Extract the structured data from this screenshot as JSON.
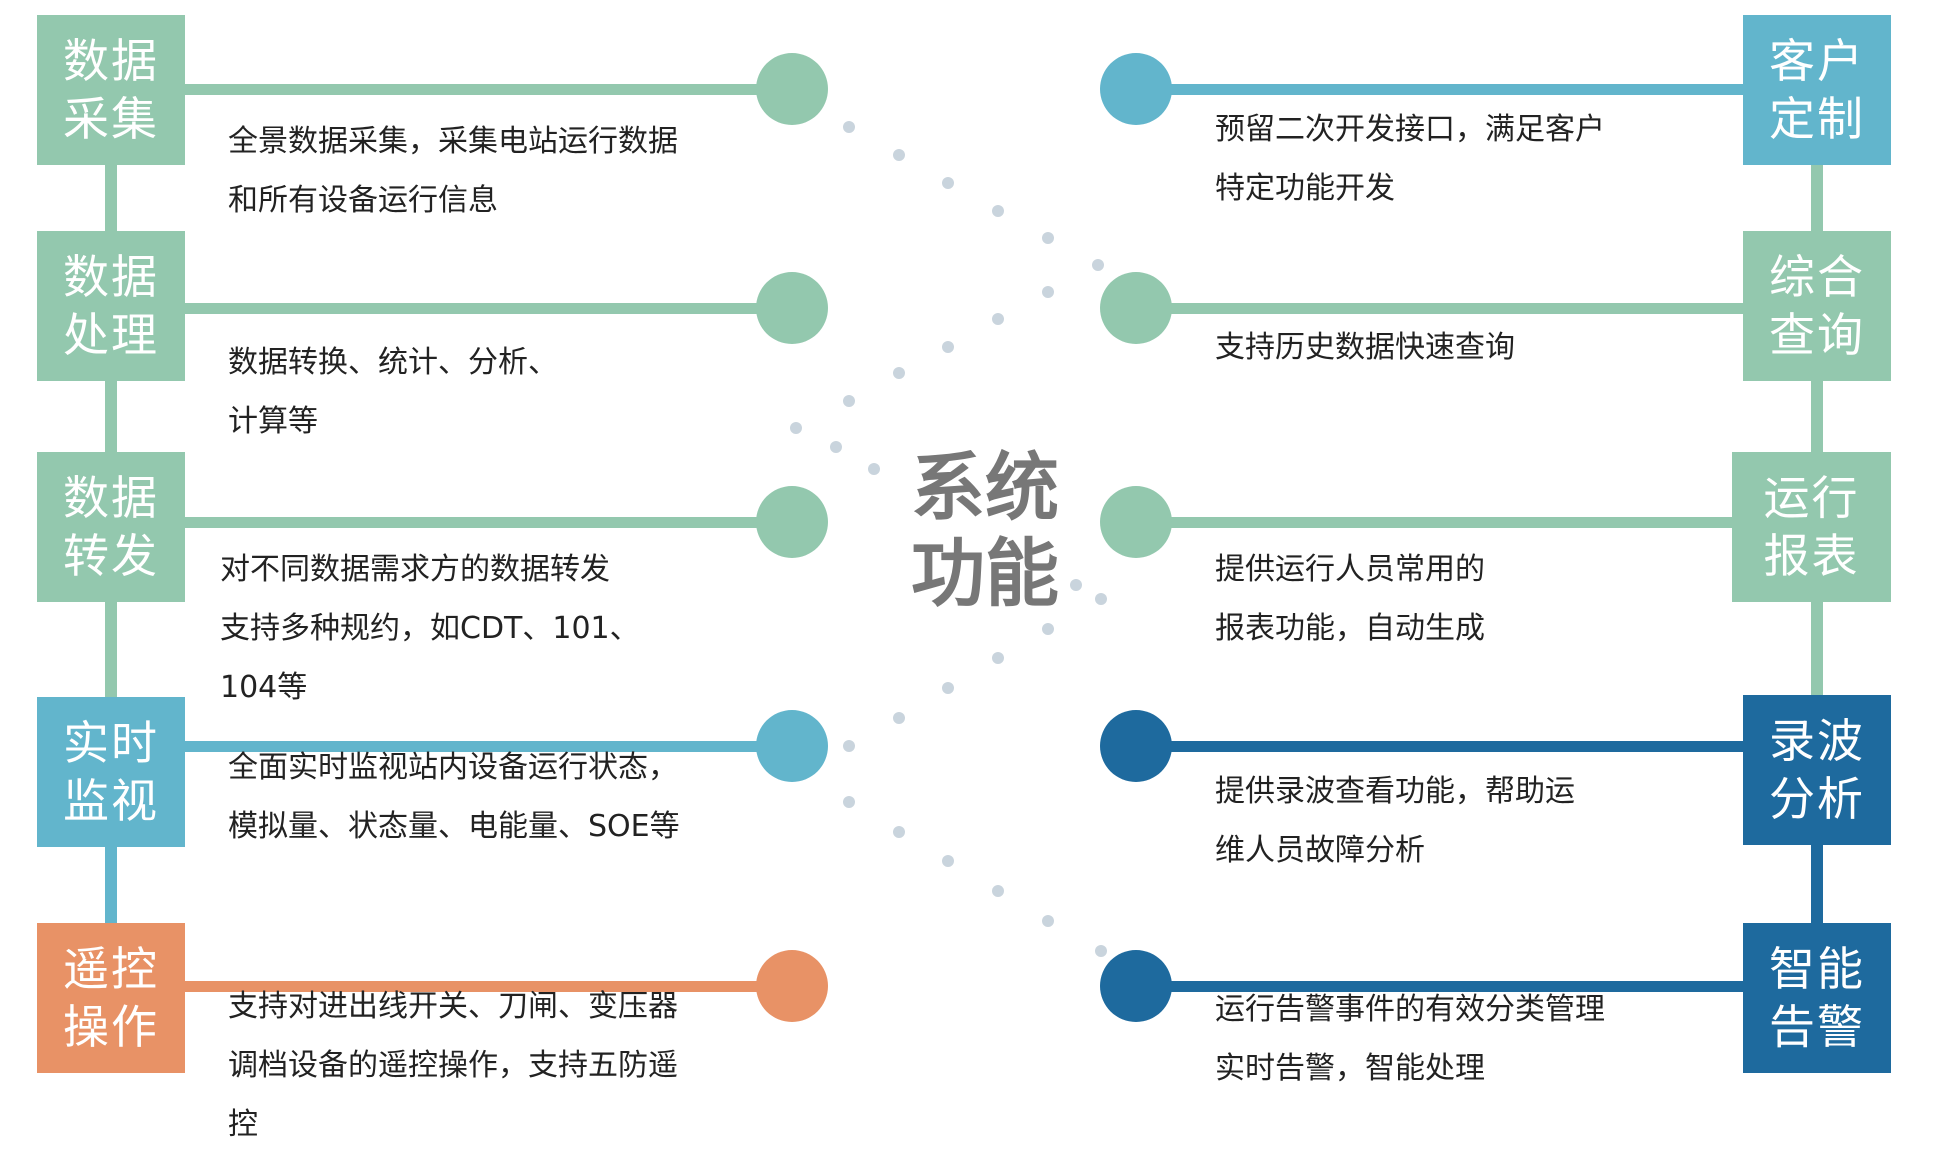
{
  "title": [
    "系统",
    "功能"
  ],
  "colors": {
    "green": "#93c8ae",
    "blue": "#62b5cc",
    "orange": "#e89266",
    "navy": "#1e6a9e",
    "dot": "#c9d4dd"
  },
  "left": [
    {
      "label": [
        "数据",
        "采集"
      ],
      "color": "#93c8ae",
      "desc": [
        "全景数据采集，采集电站运行数据",
        "和所有设备运行信息"
      ]
    },
    {
      "label": [
        "数据",
        "处理"
      ],
      "color": "#93c8ae",
      "desc": [
        "数据转换、统计、分析、",
        "计算等"
      ]
    },
    {
      "label": [
        "数据",
        "转发"
      ],
      "color": "#93c8ae",
      "desc": [
        "对不同数据需求方的数据转发",
        "支持多种规约，如CDT、101、",
        "104等"
      ]
    },
    {
      "label": [
        "实时",
        "监视"
      ],
      "color": "#62b5cc",
      "desc": [
        "全面实时监视站内设备运行状态，",
        "模拟量、状态量、电能量、SOE等"
      ]
    },
    {
      "label": [
        "遥控",
        "操作"
      ],
      "color": "#e89266",
      "desc": [
        "支持对进出线开关、刀闸、变压器",
        "调档设备的遥控操作，支持五防遥",
        "控"
      ]
    }
  ],
  "right": [
    {
      "label": [
        "客户",
        "定制"
      ],
      "color": "#62b5cc",
      "desc": [
        "预留二次开发接口，满足客户",
        "特定功能开发"
      ]
    },
    {
      "label": [
        "综合",
        "查询"
      ],
      "color": "#93c8ae",
      "desc": [
        "支持历史数据快速查询"
      ]
    },
    {
      "label": [
        "运行",
        "报表"
      ],
      "color": "#93c8ae",
      "desc": [
        "提供运行人员常用的",
        "报表功能，自动生成"
      ]
    },
    {
      "label": [
        "录波",
        "分析"
      ],
      "color": "#1e6a9e",
      "desc": [
        "提供录波查看功能，帮助运",
        "维人员故障分析"
      ]
    },
    {
      "label": [
        "智能",
        "告警"
      ],
      "color": "#1e6a9e",
      "desc": [
        "运行告警事件的有效分类管理",
        "实时告警，智能处理"
      ]
    }
  ]
}
